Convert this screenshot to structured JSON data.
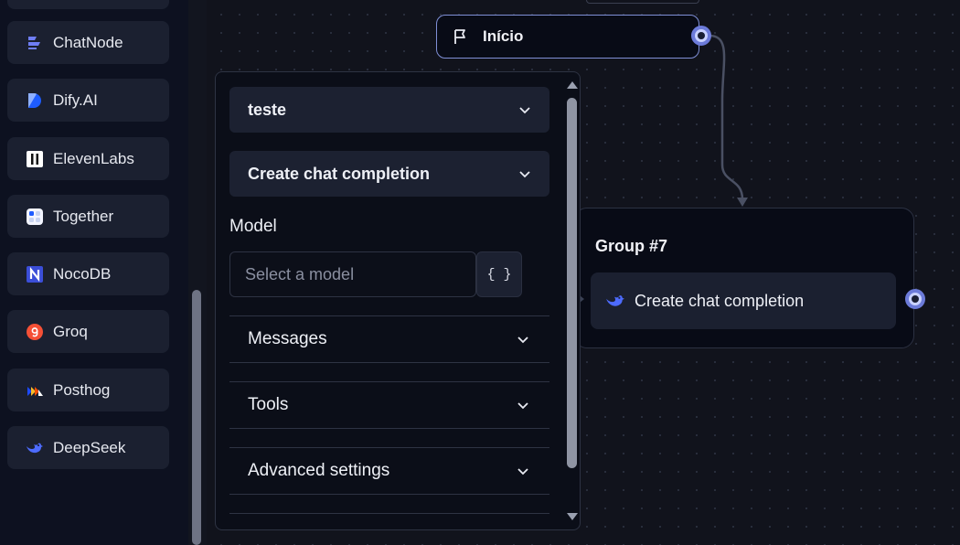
{
  "sidebar": {
    "items": [
      {
        "label": "ChatNode",
        "icon": "chatnode-icon"
      },
      {
        "label": "Dify.AI",
        "icon": "dify-icon"
      },
      {
        "label": "ElevenLabs",
        "icon": "elevenlabs-icon"
      },
      {
        "label": "Together",
        "icon": "together-icon"
      },
      {
        "label": "NocoDB",
        "icon": "nocodb-icon"
      },
      {
        "label": "Groq",
        "icon": "groq-icon"
      },
      {
        "label": "Posthog",
        "icon": "posthog-icon"
      },
      {
        "label": "DeepSeek",
        "icon": "deepseek-icon"
      }
    ]
  },
  "start_node": {
    "label": "Início",
    "icon": "flag-icon"
  },
  "group_node": {
    "title": "Group #7",
    "block": {
      "label": "Create chat completion",
      "icon": "deepseek-icon"
    }
  },
  "panel": {
    "credentials": {
      "value": "teste"
    },
    "action": {
      "value": "Create chat completion"
    },
    "model": {
      "label": "Model",
      "placeholder": "Select a model",
      "variable_button": "{ }"
    },
    "sections": [
      {
        "label": "Messages"
      },
      {
        "label": "Tools"
      },
      {
        "label": "Advanced settings"
      }
    ]
  },
  "colors": {
    "accent": "#6c7bd9",
    "deepseek": "#4d6bfe",
    "groq": "#f55036",
    "nocodb": "#3b4ed8"
  }
}
